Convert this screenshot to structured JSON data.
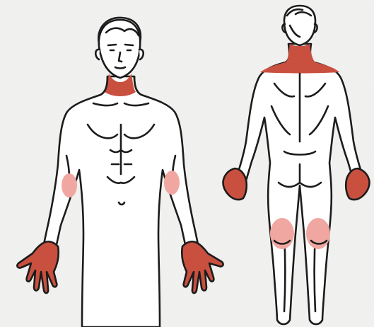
{
  "figure": {
    "views": [
      "front",
      "back"
    ],
    "colors": {
      "background": "#f3f3f2",
      "outline": "#1c1c1c",
      "skin": "#ffffff",
      "severe": "#c9503f",
      "mild": "#f0a7a1"
    },
    "highlighted_regions": [
      {
        "view": "front",
        "region": "neck",
        "severity": "severe"
      },
      {
        "view": "front",
        "region": "left-inner-forearm",
        "severity": "mild"
      },
      {
        "view": "front",
        "region": "right-inner-forearm",
        "severity": "mild"
      },
      {
        "view": "front",
        "region": "left-hand",
        "severity": "severe"
      },
      {
        "view": "front",
        "region": "right-hand",
        "severity": "severe"
      },
      {
        "view": "back",
        "region": "nape-and-upper-shoulders",
        "severity": "severe"
      },
      {
        "view": "back",
        "region": "left-hand",
        "severity": "severe"
      },
      {
        "view": "back",
        "region": "right-hand",
        "severity": "severe"
      },
      {
        "view": "back",
        "region": "left-back-of-knee",
        "severity": "mild"
      },
      {
        "view": "back",
        "region": "right-back-of-knee",
        "severity": "mild"
      }
    ]
  }
}
